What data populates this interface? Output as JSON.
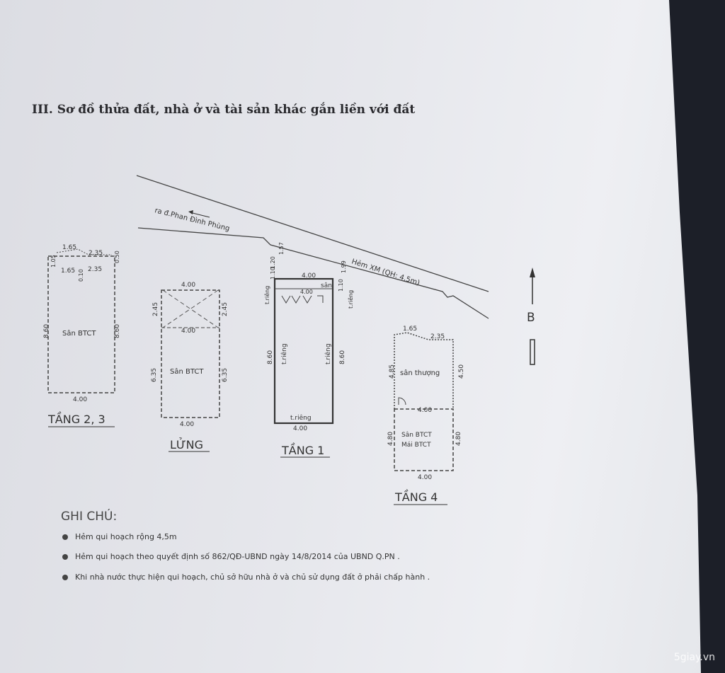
{
  "title": "III. Sơ đồ thửa đất, nhà ở và tài sản khác gắn liền với đất",
  "road": {
    "street": "ra đ.Phan Đình Phùng",
    "alley": "Hẻm XM (QH: 4,5m)"
  },
  "north": "B",
  "floors": {
    "f23": {
      "name": "TẦNG 2, 3",
      "room": "Sân BTCT",
      "d1": "1.65",
      "d2": "2.35",
      "d3": "1.65",
      "d4": "2.35",
      "left": "8.60",
      "right": "8.60",
      "bottom": "4.00",
      "s1": "1.05",
      "s2": "0.50",
      "s3": "0.10"
    },
    "lung": {
      "name": "LỬNG",
      "room": "Sân BTCT",
      "top": "4.00",
      "mid": "4.00",
      "bottom": "4.00",
      "l1": "2.45",
      "r1": "2.45",
      "l2": "6.35",
      "r2": "6.35"
    },
    "f1": {
      "name": "TẦNG 1",
      "yard": "sân",
      "top": "4.00",
      "mid": "4.00",
      "bottom": "4.00",
      "left": "8.60",
      "right": "8.60",
      "wall": "t.riêng",
      "s1": "1.57",
      "s2": "1.10",
      "s3": "1.20",
      "s4": "1.99",
      "s5": "1.10"
    },
    "f4": {
      "name": "TẦNG 4",
      "terrace": "sân thượng",
      "room1": "Sân BTCT",
      "room2": "Mái BTCT",
      "d1": "1.65",
      "d2": "2.35",
      "l1": "4.85",
      "r1": "4.50",
      "mid": "4.00",
      "l2": "4.80",
      "r2": "4.80",
      "bottom": "4.00"
    }
  },
  "notes": {
    "heading": "GHI CHÚ:",
    "items": [
      "Hẻm qui hoạch rộng 4,5m",
      "Hẻm qui hoạch theo quyết định số 862/QĐ-UBND ngày 14/8/2014 của UBND Q.PN .",
      "Khi nhà nước thực hiện qui hoạch, chủ sở hữu nhà ở và chủ sử dụng đất ở phải chấp hành ."
    ]
  },
  "watermark": "5giay.vn"
}
